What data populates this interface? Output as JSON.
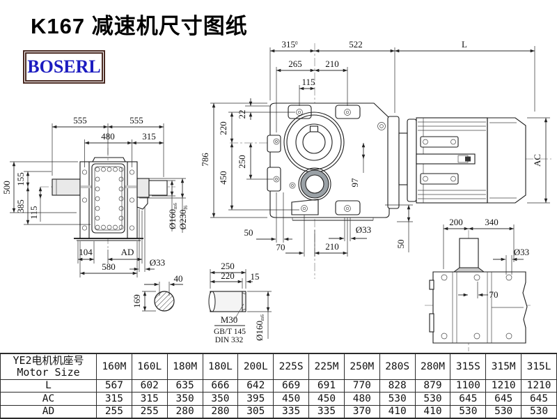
{
  "title": "K167 减速机尺寸图纸",
  "logo": "BOSERL",
  "dims": {
    "mv": {
      "d315": "315",
      "d315_tol": "0",
      "d522": "522",
      "dL": "L",
      "d265": "265",
      "d210_top": "210",
      "d115": "115",
      "d786": "786",
      "d22": "22",
      "d220": "220",
      "d250": "250",
      "d450": "450",
      "d97": "97",
      "d50_left": "50",
      "d70": "70",
      "d210_bottom": "210",
      "d33": "Ø33",
      "d50_right": "50"
    },
    "lv": {
      "d555_left": "555",
      "d555_right": "555",
      "d480": "480",
      "d315": "315",
      "d155": "155",
      "d385": "385",
      "d115": "115",
      "d500": "500",
      "d104": "104",
      "dAD": "AD",
      "d580": "580",
      "d33": "Ø33",
      "d160": "Ø160",
      "d160_tol": "m6",
      "d230": "Ø230",
      "d230_tol": "f6"
    },
    "rv": {
      "d200": "200",
      "d340": "340",
      "d33": "Ø33",
      "d70": "70"
    },
    "sh": {
      "d40": "40",
      "d169": "169",
      "d250": "250",
      "d220": "220",
      "d15": "15",
      "m30": "M30",
      "gbt": "GB/T 145",
      "din": "DIN 332",
      "d160": "Ø160",
      "d160_tol": "m6"
    },
    "mt": {
      "dAC": "AC"
    }
  },
  "table": {
    "header_line1": "YE2电机机座号",
    "header_line2": "Motor Size",
    "columns": [
      "160M",
      "160L",
      "180M",
      "180L",
      "200L",
      "225S",
      "225M",
      "250M",
      "280S",
      "280M",
      "315S",
      "315M",
      "315L"
    ],
    "rows": [
      {
        "label": "L",
        "values": [
          "567",
          "602",
          "635",
          "666",
          "642",
          "669",
          "691",
          "770",
          "828",
          "879",
          "1100",
          "1210",
          "1210"
        ]
      },
      {
        "label": "AC",
        "values": [
          "315",
          "315",
          "350",
          "350",
          "395",
          "450",
          "450",
          "480",
          "530",
          "530",
          "645",
          "645",
          "645"
        ]
      },
      {
        "label": "AD",
        "values": [
          "255",
          "255",
          "280",
          "280",
          "305",
          "335",
          "335",
          "370",
          "410",
          "410",
          "530",
          "530",
          "530"
        ]
      }
    ]
  }
}
